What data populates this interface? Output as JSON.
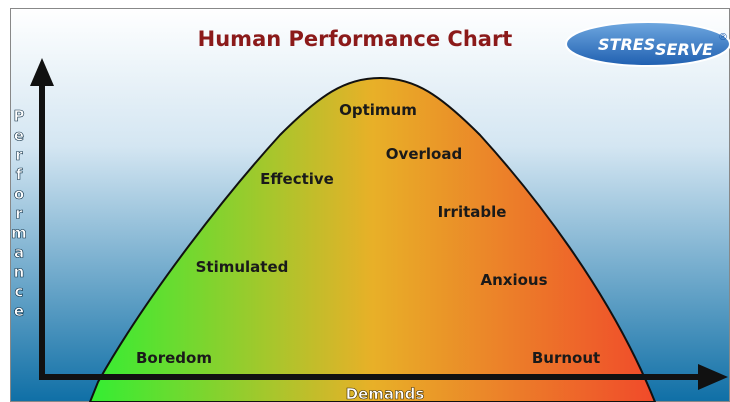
{
  "title": "Human Performance Chart",
  "logo": {
    "text_left": "STRES",
    "text_right": "SERVE",
    "mark": "®"
  },
  "y_axis_label": "Performance",
  "x_axis_label": "Demands",
  "curve_labels": [
    {
      "key": "optimum",
      "text": "Optimum"
    },
    {
      "key": "overload",
      "text": "Overload"
    },
    {
      "key": "effective",
      "text": "Effective"
    },
    {
      "key": "irritable",
      "text": "Irritable"
    },
    {
      "key": "stimulated",
      "text": "Stimulated"
    },
    {
      "key": "anxious",
      "text": "Anxious"
    },
    {
      "key": "boredom",
      "text": "Boredom"
    },
    {
      "key": "burnout",
      "text": "Burnout"
    }
  ],
  "colors": {
    "title": "#8b1a1a",
    "background_top": "#ffffff",
    "background_bottom": "#0f6fa6",
    "curve_left": "#33ee33",
    "curve_middle": "#e8b028",
    "curve_right": "#f04a2a",
    "axis": "#111111",
    "logo_blue": "#1f5fb0"
  }
}
